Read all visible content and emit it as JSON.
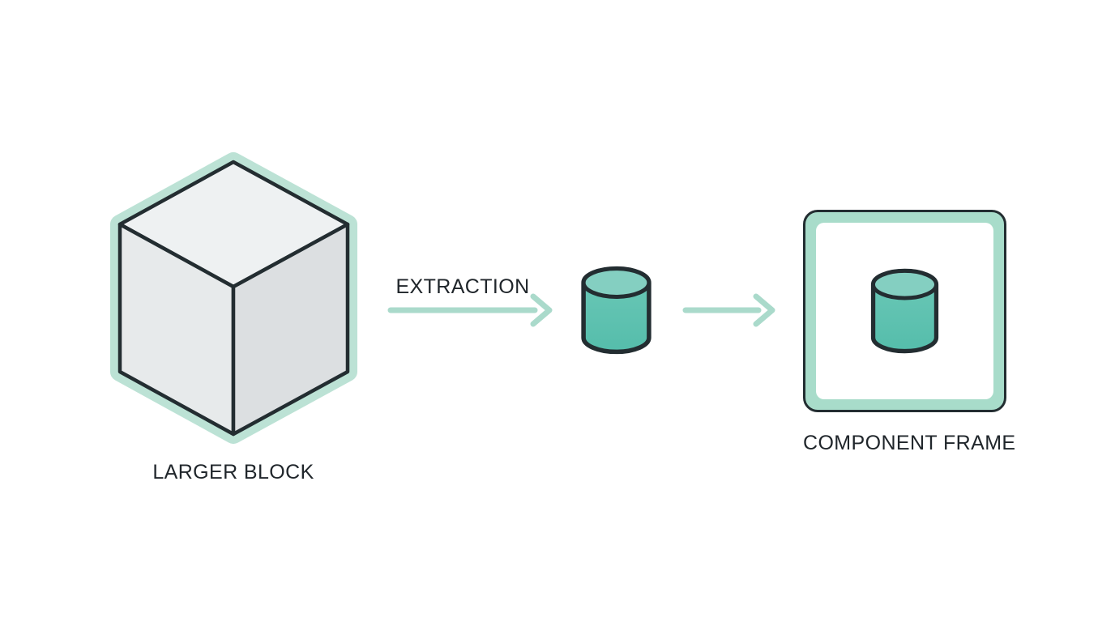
{
  "colors": {
    "mint_glow": "#bce2d5",
    "mint_frame": "#a8dcca",
    "mint_arrow": "#aadacb",
    "teal_top": "#84cfc1",
    "teal_body_light": "#6cc8b7",
    "teal_body_dark": "#55bdab",
    "outline_dark": "#232d31",
    "cube_top": "#eef1f2",
    "cube_left": "#e7eaeb",
    "cube_right": "#dcdfe1",
    "text": "#20262b",
    "background": "#ffffff"
  },
  "larger_block": {
    "label": "LARGER BLOCK"
  },
  "extraction_arrow": {
    "label": "EXTRACTION"
  },
  "component_frame": {
    "label": "COMPONENT FRAME"
  },
  "icons": {
    "cube": "isometric-cube-icon",
    "extracted_cylinder": "cylinder-icon",
    "arrow_right": "right-arrow-icon",
    "frame": "component-frame-icon"
  }
}
